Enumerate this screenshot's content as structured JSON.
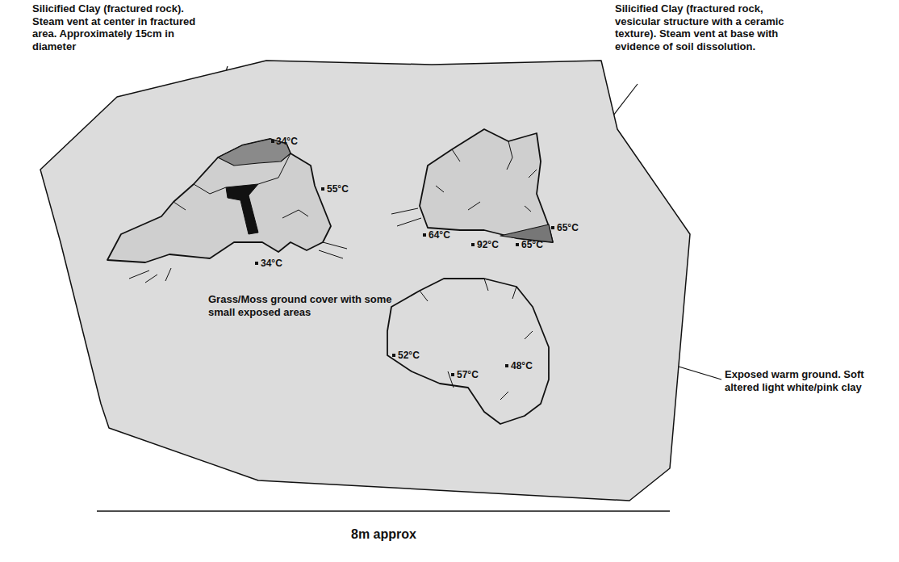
{
  "diagram": {
    "nodes": [
      {
        "text": [
          "Grass/Moss ground cover with some small exposed areas"
        ]
      },
      {
        "text": [
          "34°C",
          "55°C",
          "34°C"
        ],
        "in": 0
      },
      {
        "text": [
          "65°C",
          "64°C",
          "92°C",
          "65°C"
        ],
        "in": 0
      },
      {
        "text": [
          "52°C",
          "57°C",
          "48°C"
        ],
        "in": 0
      }
    ],
    "labels": [
      "Silicified Clay (fractured rock). Steam vent at center in fractured area. Approximately 15cm in diameter",
      "Silicified Clay (fractured rock, vesicular structure with a ceramic texture). Steam vent at base with evidence of soil dissolution.",
      "Exposed warm ground. Soft altered light white/pink clay",
      "8m approx"
    ]
  }
}
